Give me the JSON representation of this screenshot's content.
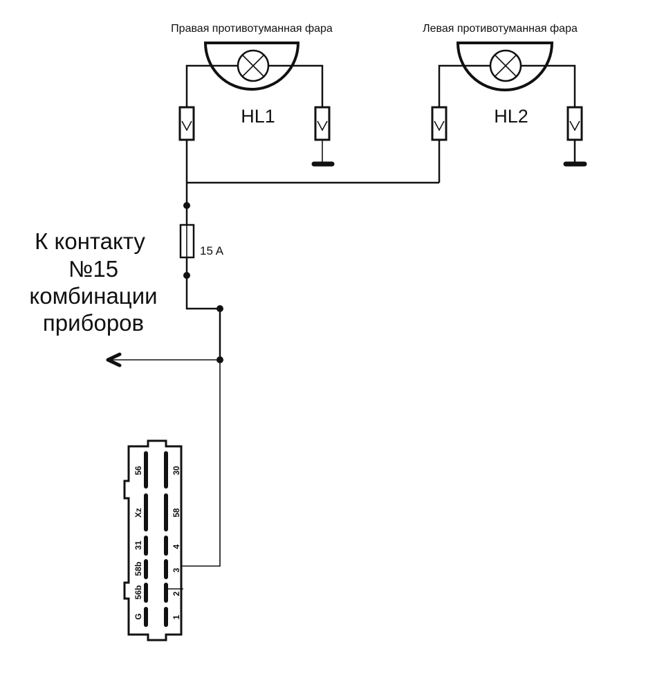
{
  "diagram": {
    "lamps": [
      {
        "title": "Правая противотуманная фара",
        "designator": "HL1"
      },
      {
        "title": "Левая противотуманная фара",
        "designator": "HL2"
      }
    ],
    "fuse": {
      "rating": "15 A"
    },
    "destination": {
      "lines": [
        "К контакту",
        "№15",
        "комбинации",
        "приборов"
      ]
    },
    "connector": {
      "left_pins": [
        "56",
        "Xz",
        "31",
        "58b",
        "56b",
        "G"
      ],
      "right_pins": [
        "30",
        "58",
        "4",
        "3",
        "2",
        "1"
      ]
    },
    "colors": {
      "line": "#111111",
      "background": "#ffffff"
    }
  }
}
